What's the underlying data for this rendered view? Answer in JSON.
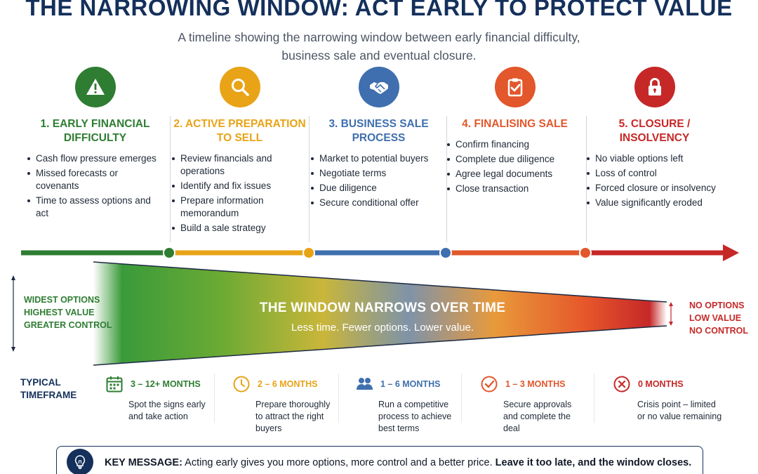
{
  "title": "THE NARROWING WINDOW: ACT EARLY TO PROTECT VALUE",
  "subtitle": "A timeline showing the narrowing window between early financial difficulty, business sale and eventual closure.",
  "colors": {
    "green": "#2e7d32",
    "amber": "#e8a317",
    "blue": "#3f6fae",
    "orange": "#e2572b",
    "red": "#c62828",
    "navy": "#14305b"
  },
  "stages": [
    {
      "icon": "warning-icon",
      "title": "1. EARLY FINANCIAL DIFFICULTY",
      "bullets": [
        "Cash flow pressure emerges",
        "Missed forecasts or covenants",
        "Time to assess options and act"
      ]
    },
    {
      "icon": "magnifier-icon",
      "title": "2. ACTIVE PREPARATION TO SELL",
      "bullets": [
        "Review financials and operations",
        "Identify and fix issues",
        "Prepare information memorandum",
        "Build a sale strategy"
      ]
    },
    {
      "icon": "handshake-icon",
      "title": "3. BUSINESS SALE PROCESS",
      "bullets": [
        "Market to potential buyers",
        "Negotiate terms",
        "Due diligence",
        "Secure conditional offer"
      ]
    },
    {
      "icon": "clipboard-check-icon",
      "title": "4. FINALISING SALE",
      "bullets": [
        "Confirm financing",
        "Complete due diligence",
        "Agree legal documents",
        "Close transaction"
      ]
    },
    {
      "icon": "lock-icon",
      "title": "5. CLOSURE / INSOLVENCY",
      "bullets": [
        "No viable options left",
        "Loss of control",
        "Forced closure or insolvency",
        "Value significantly eroded"
      ]
    }
  ],
  "funnel": {
    "title": "THE WINDOW NARROWS OVER TIME",
    "subtitle": "Less time. Fewer options. Lower value.",
    "left": [
      "WIDEST OPTIONS",
      "HIGHEST VALUE",
      "GREATER CONTROL"
    ],
    "right": [
      "NO OPTIONS",
      "LOW VALUE",
      "NO CONTROL"
    ]
  },
  "timeframe": {
    "label": "TYPICAL TIMEFRAME",
    "items": [
      {
        "icon": "calendar-icon",
        "months": "3 – 12+ MONTHS",
        "desc": "Spot the signs early and take action"
      },
      {
        "icon": "clock-icon",
        "months": "2 – 6 MONTHS",
        "desc": "Prepare thoroughly to attract the right buyers"
      },
      {
        "icon": "people-icon",
        "months": "1 – 6 MONTHS",
        "desc": "Run a competitive process to achieve best terms"
      },
      {
        "icon": "check-circle-icon",
        "months": "1 – 3 MONTHS",
        "desc": "Secure approvals and complete the deal"
      },
      {
        "icon": "x-circle-icon",
        "months": "0 MONTHS",
        "desc": "Crisis point – limited or no value remaining"
      }
    ]
  },
  "key_message": {
    "label": "KEY MESSAGE:",
    "text": "Acting early gives you more options, more control and a better price.",
    "emphasis": "Leave it too late, and the window closes."
  }
}
